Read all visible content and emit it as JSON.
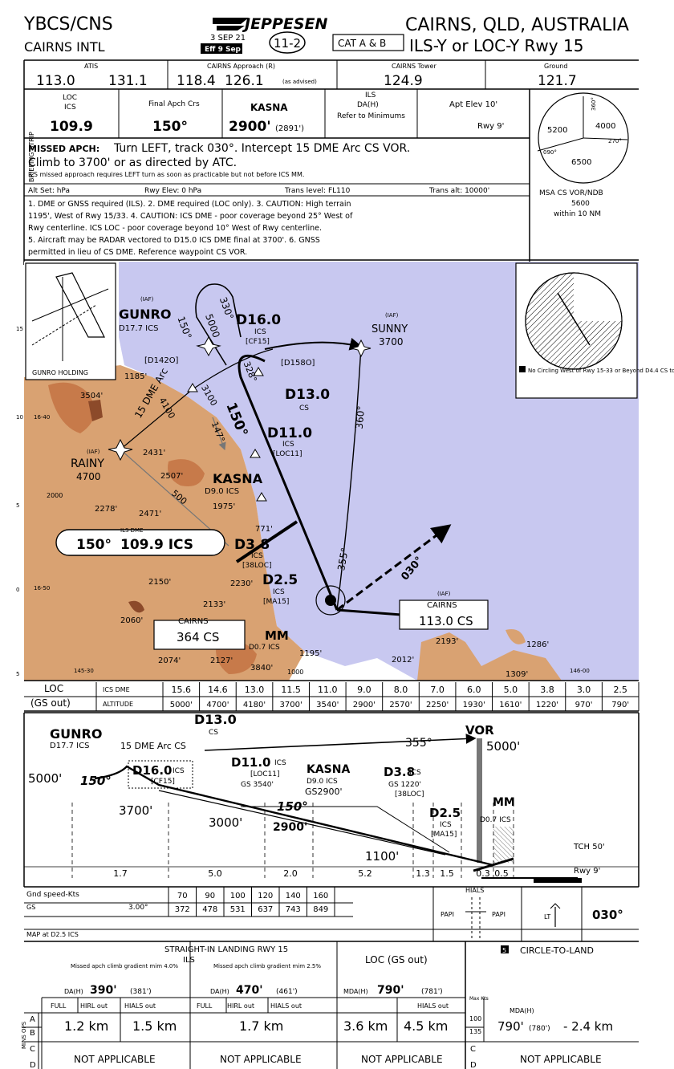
{
  "header": {
    "icao": "YBCS/CNS",
    "airport": "CAIRNS INTL",
    "brand": "JEPPESEN",
    "date": "3 SEP 21",
    "eff": "Eff 9 Sep",
    "chart_no": "11-2",
    "cat": "CAT A & B",
    "location": "CAIRNS, QLD, AUSTRALIA",
    "procedure": "ILS-Y or LOC-Y Rwy 15"
  },
  "comms": {
    "atis_label": "ATIS",
    "atis_1": "113.0",
    "atis_2": "131.1",
    "approach_label": "CAIRNS Approach (R)",
    "approach_1": "118.4",
    "approach_2": "126.1",
    "approach_note": "(as advised)",
    "tower_label": "CAIRNS Tower",
    "tower": "124.9",
    "ground_label": "Ground",
    "ground": "121.7"
  },
  "briefing": {
    "loc_label": "LOC",
    "ics_label": "ICS",
    "loc_freq": "109.9",
    "crs_label": "Final Apch Crs",
    "crs": "150°",
    "fix_label": "KASNA",
    "fix_alt": "2900'",
    "fix_alt_sub": "(2891')",
    "ils_label": "ILS",
    "da_label": "DA(H)",
    "da_note": "Refer to Minimums",
    "apt_elev": "Apt Elev 10'",
    "rwy_elev": "Rwy 9'",
    "strip_label": "BRIEFING STRIP",
    "missed_label": "MISSED APCH:",
    "missed_1": "Turn LEFT, track 030°. Intercept 15 DME Arc CS VOR.",
    "missed_2": "Climb to 3700' or as directed by ATC.",
    "missed_note": "ILS missed approach requires LEFT turn as soon as practicable but not before ICS MM.",
    "altset": "Alt Set: hPa",
    "rwy_elev_hpa": "Rwy Elev: 0 hPa",
    "trans_level": "Trans level: FL110",
    "trans_alt": "Trans alt: 10000'",
    "note_1": "1. DME or GNSS required (ILS). 2. DME required (LOC only). 3. CAUTION: High terrain",
    "note_2": "1195', West of Rwy 15/33. 4. CAUTION: ICS DME - poor coverage beyond 25° West of",
    "note_3": "Rwy centerline. ICS LOC - poor coverage beyond 10° West of Rwy centerline.",
    "note_4": "5. Aircraft may be RADAR vectored to D15.0 ICS DME final at 3700'. 6. GNSS",
    "note_5": "permitted in lieu of CS DME. Reference waypoint CS VOR."
  },
  "msa": {
    "n": "4000",
    "w": "5200",
    "s": "6500",
    "r1": "270°",
    "r2": "090°",
    "deg": "360°",
    "title": "MSA CS VOR/NDB",
    "alt": "5600",
    "radius": "within 10 NM"
  },
  "plan": {
    "holding_label": "GUNRO HOLDING",
    "circ_note": "No Circling West of Rwy 15-33 or Beyond D4.4 CS to the South.",
    "gunro": "GUNRO",
    "gunro_sub": "D17.7 ICS",
    "iaf": "(IAF)",
    "d16": "D16.0",
    "d16_ics": "ICS",
    "d16_cf": "[CF15]",
    "sunny": "SUNNY",
    "sunny_alt": "3700",
    "d1420": "[D142O]",
    "d1580": "[D158O]",
    "d13": "D13.0",
    "cs": "CS",
    "d11": "D11.0",
    "d11_ics": "ICS",
    "d11_loc": "[LOC11]",
    "rainy": "RAINY",
    "rainy_alt": "4700",
    "kasna": "KASNA",
    "kasna_sub": "D9.0 ICS",
    "d38": "D3.8",
    "d38_ics": "ICS",
    "d38_loc": "[38LOC]",
    "d25": "D2.5",
    "d25_ics": "ICS",
    "d25_ma": "[MA15]",
    "mm": "MM",
    "mm_sub": "D0.7 ICS",
    "cairns": "CAIRNS",
    "cairns_freq": "113.0 CS",
    "cairns_ndb": "CAIRNS",
    "cairns_ndb_freq": "364 CS",
    "ils_box_crs": "150°",
    "ils_box_freq": "109.9 ICS",
    "ils_dme": "ILS DME",
    "arc_text": "15 DME Arc",
    "radial_147": "147°",
    "radial_328": "328°",
    "crs_150": "150°",
    "crs_355": "355°",
    "crs_030": "030°",
    "crs_360": "360°",
    "crs_330": "330°",
    "hold_5000": "5000",
    "hold_150": "150°",
    "dist_41": "4100",
    "dist_310": "3100",
    "dist_500": "500",
    "elev": [
      "3504'",
      "1185'",
      "2431'",
      "2507'",
      "1975'",
      "2278'",
      "2471'",
      "771'",
      "2230'",
      "2150'",
      "2133'",
      "2060'",
      "2074'",
      "2127'",
      "3840'",
      "1195'",
      "2193'",
      "2012'",
      "1286'",
      "1309'",
      "2000",
      "1000"
    ],
    "lat": [
      "16-40",
      "16-50",
      "145-30",
      "146-00",
      "15",
      "10",
      "5",
      "0",
      "5"
    ]
  },
  "dme_table": {
    "loc": "LOC",
    "gs_out": "(GS out)",
    "ics_dme": "ICS DME",
    "altitude": "ALTITUDE",
    "dme": [
      "15.6",
      "14.6",
      "13.0",
      "11.5",
      "11.0",
      "9.0",
      "8.0",
      "7.0",
      "6.0",
      "5.0",
      "3.8",
      "3.0",
      "2.5"
    ],
    "alt": [
      "5000'",
      "4700'",
      "4180'",
      "3700'",
      "3540'",
      "2900'",
      "2570'",
      "2250'",
      "1930'",
      "1610'",
      "1220'",
      "970'",
      "790'"
    ]
  },
  "profile": {
    "gunro": "GUNRO",
    "gunro_sub": "D17.7 ICS",
    "arc": "15 DME Arc CS",
    "d13": "D13.0",
    "d13_cs": "CS",
    "d16": "D16.0",
    "d16_ics": "ICS",
    "d16_cf": "[CF15]",
    "d11": "D11.0",
    "d11_ics": "ICS",
    "d11_loc": "[LOC11]",
    "gs3540": "GS 3540'",
    "kasna": "KASNA",
    "kasna_sub": "D9.0 ICS",
    "gs2900": "GS2900'",
    "d38": "D3.8",
    "d38_ics": "ICS",
    "gs1220": "GS 1220'",
    "d38_loc": "[38LOC]",
    "vor": "VOR",
    "alt5000": "5000'",
    "alt5000_left": "5000'",
    "crs_355": "355°",
    "crs_150a": "150°",
    "crs_150b": "150°",
    "alt3700": "3700'",
    "alt3000": "3000'",
    "alt2900": "2900'",
    "alt1100": "1100'",
    "d25": "D2.5",
    "d25_ics": "ICS",
    "d25_ma": "[MA15]",
    "mm": "MM",
    "mm_sub": "D0.7 ICS",
    "tch": "TCH 50'",
    "rwy": "Rwy 9'",
    "dist": [
      "1.7",
      "5.0",
      "2.0",
      "5.2",
      "1.3",
      "1.5",
      "0.3",
      "0.5"
    ]
  },
  "speed_table": {
    "gnd_label": "Gnd speed-Kts",
    "gs_label": "GS",
    "gs_angle": "3.00°",
    "map_label": "MAP at D2.5 ICS",
    "speeds": [
      "70",
      "90",
      "100",
      "120",
      "140",
      "160"
    ],
    "rates": [
      "372",
      "478",
      "531",
      "637",
      "743",
      "849"
    ],
    "hials": "HIALS",
    "papi_l": "PAPI",
    "papi_r": "PAPI",
    "lt": "LT",
    "crs": "030°"
  },
  "minimums": {
    "straight_in": "STRAIGHT-IN LANDING RWY 15",
    "ils": "ILS",
    "loc": "LOC (GS out)",
    "ctl_no": "5",
    "ctl": "CIRCLE-TO-LAND",
    "ma1": "Missed apch climb gradient mim 4.0%",
    "ma2": "Missed apch climb gradient mim 2.5%",
    "da_label": "DA(H)",
    "da1": "390'",
    "da1_sub": "(381')",
    "da2": "470'",
    "da2_sub": "(461')",
    "mda_label": "MDA(H)",
    "mda": "790'",
    "mda_sub": "(781')",
    "ctl_mda_label": "MDA(H)",
    "ctl_mda": "790'",
    "ctl_mda_sub": "(780')",
    "ctl_vis": "- 2.4 km",
    "full": "FULL",
    "hirl_out": "HIRL out",
    "hials_out": "HIALS out",
    "v1": "1.2 km",
    "v2": "1.5 km",
    "v3": "1.7 km",
    "v4": "3.6 km",
    "v5": "4.5 km",
    "max_kts": "Max Kts",
    "k1": "100",
    "k2": "135",
    "cat_a": "A",
    "cat_b": "B",
    "cat_c": "C",
    "cat_d": "D",
    "na1": "NOT APPLICABLE",
    "na2": "NOT APPLICABLE",
    "na3": "NOT APPLICABLE",
    "na4": "NOT APPLICABLE",
    "ops": "MINS OPS"
  },
  "colors": {
    "terrain": "#d9a272",
    "terrain_high": "#c77a4a",
    "terrain_peak": "#8c4a2a",
    "water": "#c8c8f0",
    "ink": "#000000"
  }
}
